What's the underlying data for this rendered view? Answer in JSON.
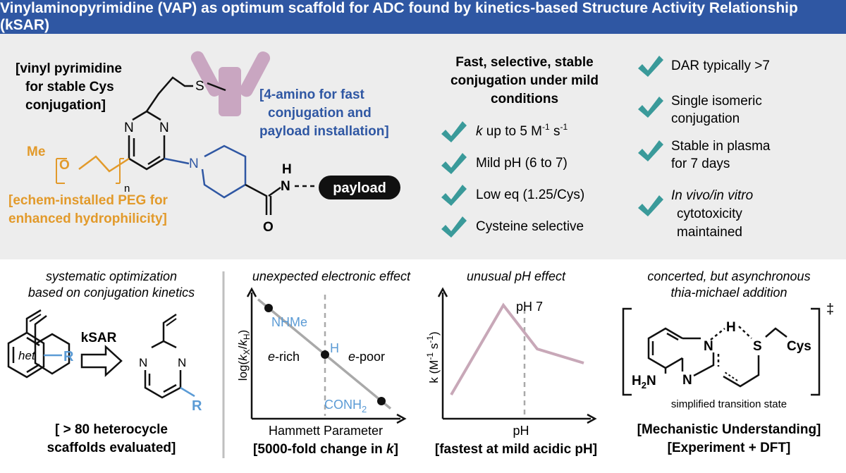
{
  "title": "Vinylaminopyrimidine (VAP) as optimum scaffold for ADC found by kinetics-based Structure Activity Relationship (kSAR)",
  "colors": {
    "title_bg": "#2f57a3",
    "blue": "#2f57a3",
    "orange": "#e29a2b",
    "light_blue": "#5b9bd5",
    "teal": "#3a9a9a",
    "pink": "#c8a8b8",
    "antibody_purple": "#c9a6c1",
    "dashed_grey": "#a9a9a9",
    "panel_bg": "#ededed"
  },
  "structure": {
    "vinyl_label": [
      "[vinyl pyrimidine",
      "for stable Cys",
      "conjugation]"
    ],
    "amino_label": [
      "[4-amino for fast",
      "conjugation and",
      "payload installation]"
    ],
    "peg_label": [
      "[echem-installed PEG for",
      "enhanced hydrophilicity]"
    ],
    "atom_S": "S",
    "atom_N1": "N",
    "atom_N2": "N",
    "atom_N3": "N",
    "atom_O": "O",
    "atom_Me": "Me",
    "subscript_n": "n",
    "atom_H": "H",
    "atom_NH_N": "N",
    "atom_O2": "O",
    "payload": "payload"
  },
  "features": {
    "header": [
      "Fast, selective, stable",
      "conjugation under mild",
      "conditions"
    ],
    "left_items": {
      "k_item": {
        "k": "k",
        "text": " up to 5 M",
        "sup1": "-1",
        "s": " s",
        "sup2": "-1"
      },
      "ph": "Mild pH (6 to 7)",
      "eq": "Low eq (1.25/Cys)",
      "cys": "Cysteine selective"
    },
    "right_items": {
      "dar": "DAR typically >7",
      "isomeric": [
        "Single isomeric",
        "conjugation"
      ],
      "plasma": [
        "Stable in plasma",
        "for 7 days"
      ],
      "cyto": [
        "In vivo/in vitro",
        "cytotoxicity",
        "maintained"
      ]
    },
    "check_icon": "check-icon"
  },
  "panel1": {
    "caption": [
      "systematic optimization",
      "based on conjugation kinetics"
    ],
    "het": "het",
    "R1": "R",
    "arrow_label": "kSAR",
    "N_a": "N",
    "N_b": "N",
    "R2": "R",
    "footer": [
      "[ > 80 heterocycle",
      "scaffolds evaluated]"
    ]
  },
  "panel2": {
    "caption": "unexpected electronic effect",
    "ylabel_parts": {
      "log": "log(",
      "kx": "k",
      "x": "X",
      "slash": "/",
      "kh": "k",
      "h": "H",
      "close": ")"
    },
    "xlabel": "Hammett Parameter",
    "point_labels": {
      "nhme": "NHMe",
      "h": "H",
      "conh2": "CONH",
      "conh2_sub": "2"
    },
    "erich": {
      "e": "e",
      "rest": "-rich"
    },
    "epoor": {
      "e": "e",
      "rest": "-poor"
    },
    "footer_parts": {
      "pre": "[5000-fold change in ",
      "k": "k",
      "post": "]"
    }
  },
  "panel3": {
    "caption": "unusual pH effect",
    "ylabel": "k (M",
    "ylabel_sup1": "-1",
    "ylabel_mid": " s",
    "ylabel_sup2": "-1",
    "ylabel_close": ")",
    "ph7": "pH 7",
    "xlabel": "pH",
    "footer": "[fastest at mild acidic pH]"
  },
  "panel4": {
    "caption": [
      "concerted, but asynchronous",
      "thia-michael addition"
    ],
    "dagger": "‡",
    "atom_H": "H",
    "atom_S": "S",
    "cys": "Cys",
    "atom_N_top": "N",
    "atom_N_bottom": "N",
    "h2n": "H",
    "h2n_sub": "2",
    "h2n_N": "N",
    "ts_label": "simplified transition state",
    "footer": [
      "[Mechanistic Understanding]",
      "[Experiment + DFT]"
    ]
  },
  "chart_data": [
    {
      "type": "scatter",
      "title": "unexpected electronic effect",
      "xlabel": "Hammett Parameter",
      "ylabel": "log(kX/kH)",
      "series": [
        {
          "labels": [
            "NHMe",
            "H",
            "CONH2"
          ],
          "x": [
            -0.8,
            0,
            0.8
          ],
          "y": [
            0.75,
            0,
            -0.75
          ]
        }
      ],
      "annotations": [
        "e-rich",
        "e-poor"
      ]
    },
    {
      "type": "line",
      "title": "unusual pH effect",
      "xlabel": "pH",
      "ylabel": "k (M-1 s-1)",
      "annotations": [
        "pH 7"
      ]
    }
  ]
}
